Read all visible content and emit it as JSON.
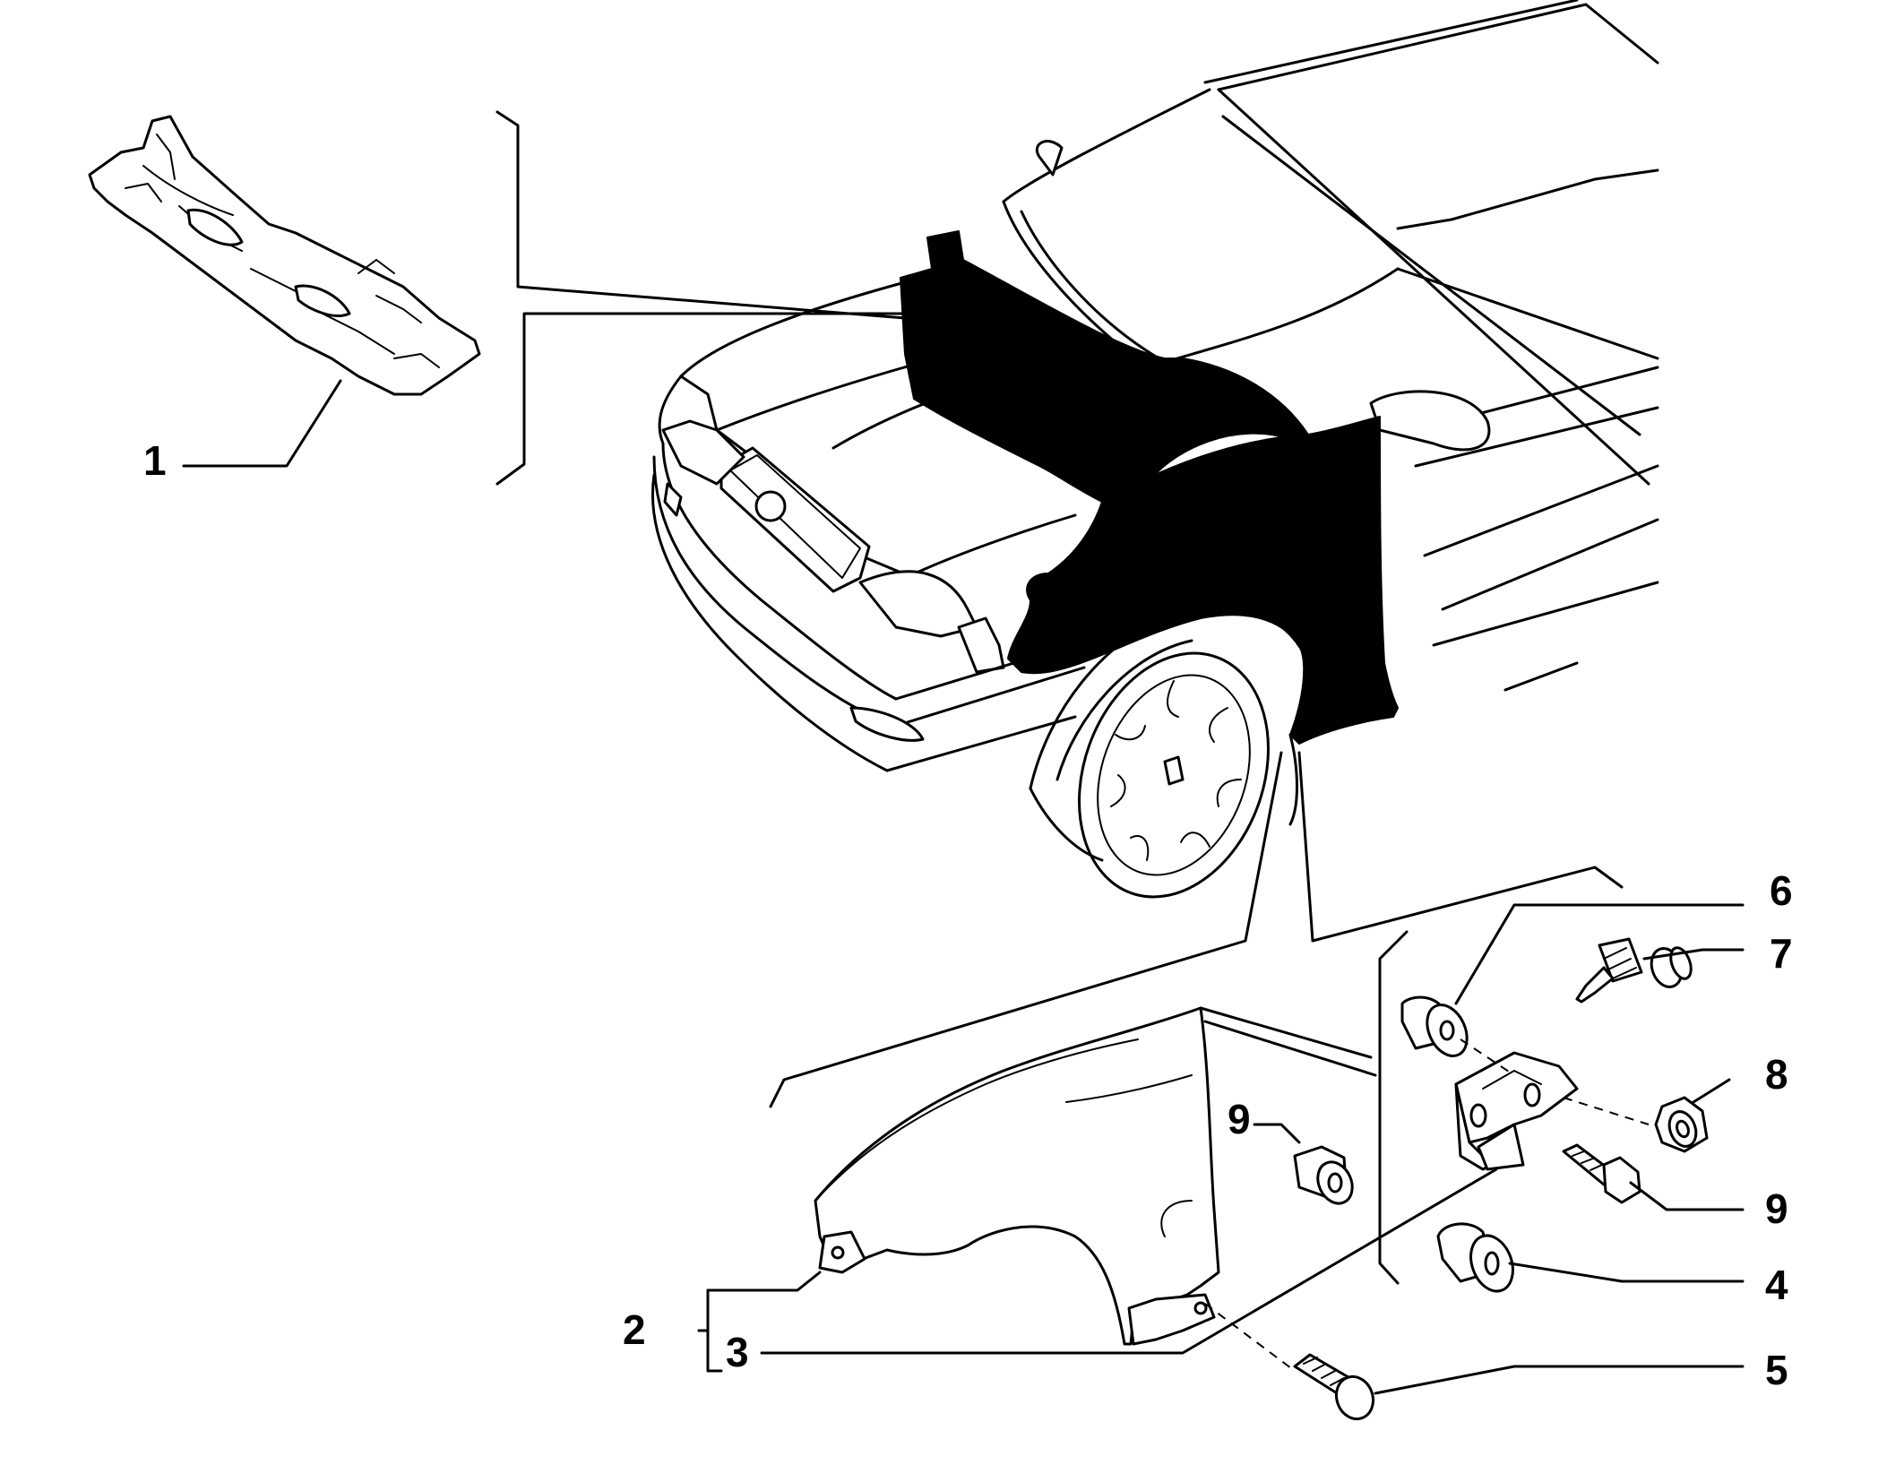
{
  "callouts": {
    "c1": "1",
    "c2": "2",
    "c3": "3",
    "c4": "4",
    "c5": "5",
    "c6": "6",
    "c7": "7",
    "c8": "8",
    "c9a": "9",
    "c9b": "9"
  }
}
